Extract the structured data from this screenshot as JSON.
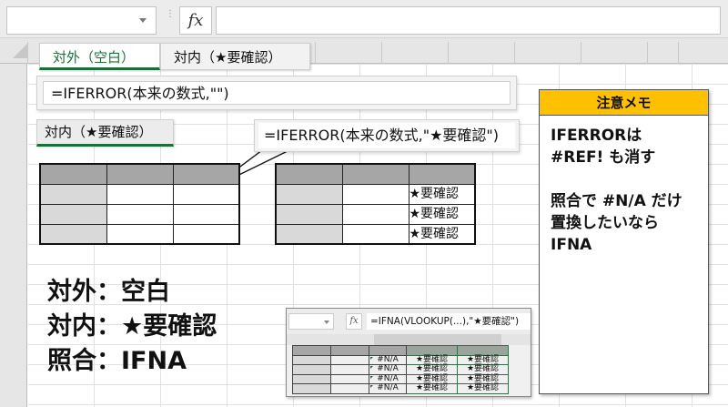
{
  "formula_bar": {
    "name_box_value": "",
    "fx_label": "fx",
    "formula_value": ""
  },
  "sheet_tabs": [
    {
      "label": "対外（空白）",
      "active": true
    },
    {
      "label": "対内（★要確認）",
      "active": false
    }
  ],
  "callouts": {
    "external_formula": "=IFERROR(本来の数式,\"\")",
    "internal_tag": "対内（★要確認）",
    "internal_formula": "=IFERROR(本来の数式,\"★要確認\")"
  },
  "table_external": {
    "rows": [
      [
        "",
        "",
        ""
      ],
      [
        "",
        "",
        ""
      ],
      [
        "",
        "",
        ""
      ]
    ]
  },
  "table_internal": {
    "rows": [
      [
        "",
        "",
        "★要確認"
      ],
      [
        "",
        "",
        "★要確認"
      ],
      [
        "",
        "",
        "★要確認"
      ]
    ]
  },
  "summary": [
    {
      "label": "対外",
      "sep": "：",
      "value": "空白"
    },
    {
      "label": "対内",
      "sep": "：",
      "value": "★要確認"
    },
    {
      "label": "照合",
      "sep": "：",
      "value": "IFNA"
    }
  ],
  "note": {
    "title": "注意メモ",
    "lines_1": [
      "IFERRORは",
      "#REF! も消す"
    ],
    "lines_2": [
      "照合で #N/A だけ",
      "置換したいなら",
      "IFNA"
    ],
    "header_color": "#ffc000"
  },
  "mini_screenshot": {
    "fx_label": "fx",
    "formula": "=IFNA(VLOOKUP(...),\"★要確認\")",
    "rows": [
      [
        "",
        "",
        "#N/A",
        "★要確認",
        "★要確認"
      ],
      [
        "",
        "",
        "#N/A",
        "★要確認",
        "★要確認"
      ],
      [
        "",
        "",
        "#N/A",
        "★要確認",
        "★要確認"
      ],
      [
        "",
        "",
        "#N/A",
        "★要確認",
        "★要確認"
      ]
    ]
  },
  "colors": {
    "accent_green": "#1e6b3e",
    "header_gray": "#a6a6a6",
    "key_gray": "#d9d9d9"
  }
}
